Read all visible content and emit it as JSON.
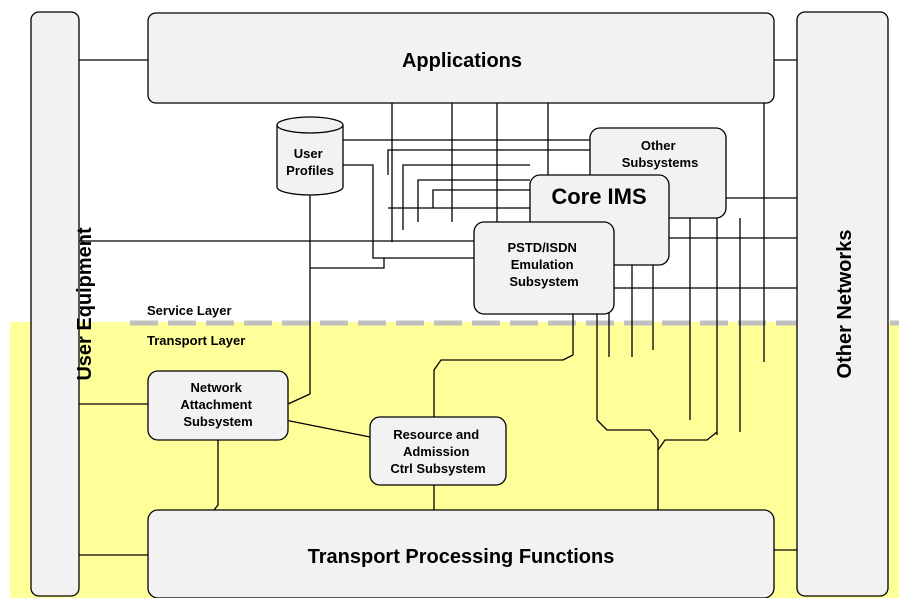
{
  "diagram": {
    "colors": {
      "transport_band": "#FFFF99",
      "box_fill": "#F2F2F2",
      "stroke": "#000000",
      "layer_divider": "#C0C0C0"
    },
    "layers": {
      "service": "Service Layer",
      "transport": "Transport Layer"
    },
    "blocks": {
      "user_equipment": "User Equipment",
      "other_networks": "Other Networks",
      "applications": "Applications",
      "user_profiles": [
        "User",
        "Profiles"
      ],
      "other_subsystems": [
        "Other",
        "Subsystems"
      ],
      "core_ims": "Core IMS",
      "pstn_emulation": [
        "PSTD/ISDN",
        "Emulation",
        "Subsystem"
      ],
      "network_attachment": [
        "Network",
        "Attachment",
        "Subsystem"
      ],
      "racs": [
        "Resource and",
        "Admission",
        "Ctrl Subsystem"
      ],
      "transport_processing": "Transport Processing Functions"
    }
  }
}
